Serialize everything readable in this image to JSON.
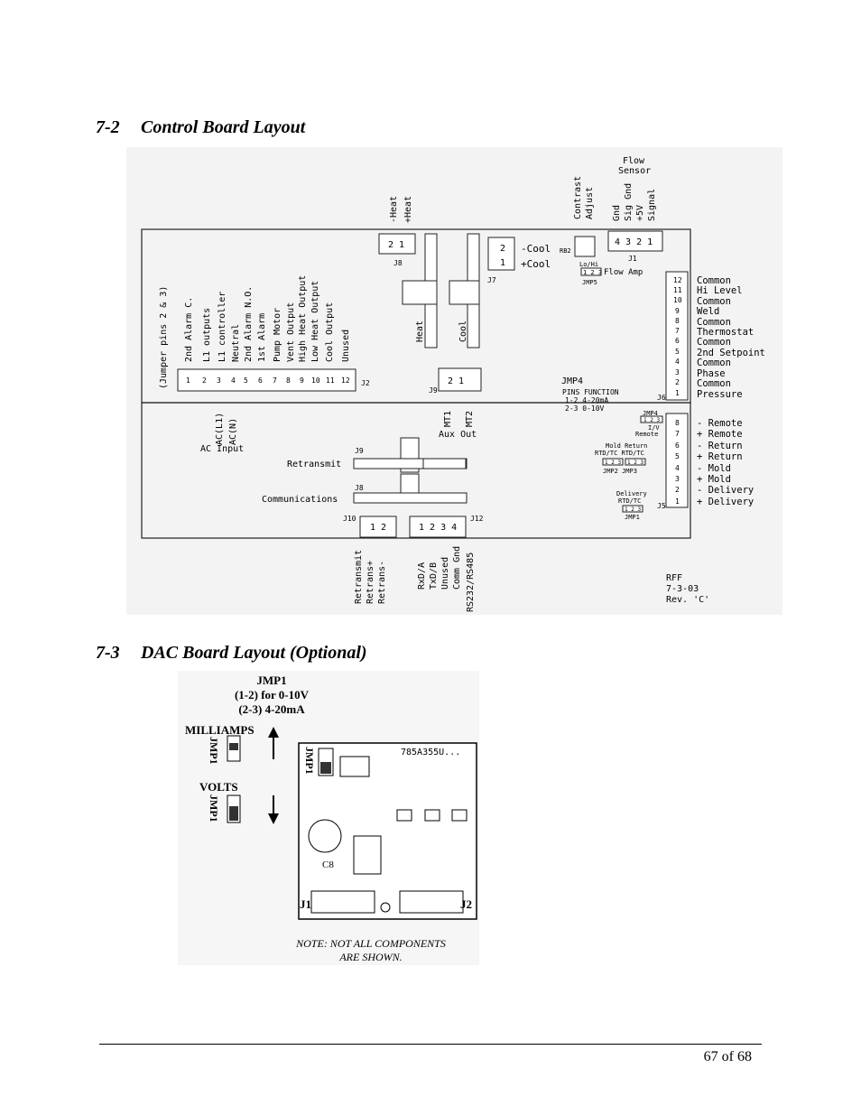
{
  "sections": [
    {
      "number": "7-2",
      "title": "Control Board Layout"
    },
    {
      "number": "7-3",
      "title": "DAC Board Layout (Optional)"
    }
  ],
  "control_board": {
    "flow_sensor": [
      "Flow",
      "Sensor"
    ],
    "contrast": [
      "Contrast",
      "Adjust"
    ],
    "j1_pins_labels": [
      "Gnd",
      "Sig Gnd",
      "+5V",
      "Signal"
    ],
    "j1_pins": "4 3 2 1",
    "j1": "J1",
    "rb2": "RB2",
    "lo_hi": "Lo/Hi",
    "jmp5_pins": "1 2 3",
    "jmp5": "JMP5",
    "flow_amp": "Flow Amp",
    "heat_minus": "-Heat",
    "heat_plus": "+Heat",
    "j8_top": "J8",
    "j8_pins": "2 1",
    "cool_minus": "-Cool",
    "cool_plus": "+Cool",
    "j7": "J7",
    "j7_pins": [
      "2",
      "1"
    ],
    "heat": "Heat",
    "cool": "Cool",
    "j9_pins": "2 1",
    "j9": "J9",
    "j2_labels": [
      "(Jumper pins 2 & 3)",
      "2nd Alarm C.",
      "L1 outputs",
      "L1 controller",
      "Neutral",
      "2nd Alarm N.O.",
      "1st Alarm",
      "Pump Motor",
      "Vent Output",
      "High Heat Output",
      "Low Heat Output",
      "Cool Output",
      "Unused"
    ],
    "j2_pins": [
      "1",
      "2",
      "3",
      "4",
      "5",
      "6",
      "7",
      "8",
      "9",
      "10",
      "11",
      "12"
    ],
    "j2": "J2",
    "j6_pins": [
      "12",
      "11",
      "10",
      "9",
      "8",
      "7",
      "6",
      "5",
      "4",
      "3",
      "2",
      "1"
    ],
    "j6_labels": [
      "Common",
      "Hi Level",
      "Common",
      "Weld",
      "Common",
      "Thermostat",
      "Common",
      "2nd Setpoint",
      "Common",
      "Phase",
      "Common",
      "Pressure"
    ],
    "j6": "J6",
    "jmp4_title": "JMP4",
    "jmp4_header": "PINS  FUNCTION",
    "jmp4_row1": "1-2   4-20mA",
    "jmp4_row2": "2-3   0-10V",
    "ac_labels": [
      "AC(L1)",
      "AC(N)"
    ],
    "ac_input": "AC Input",
    "mt_labels": [
      "MT1",
      "MT2"
    ],
    "aux_out": "Aux Out",
    "retransmit": "Retransmit",
    "j9b": "J9",
    "communications": "Communications",
    "j8b": "J8",
    "j10": "J10",
    "j10_pins": "1 2",
    "j12_pins": "1 2 3 4",
    "j12": "J12",
    "bottom_labels": [
      "Retransmit",
      "Retrans+",
      "Retrans-",
      "RxD/A",
      "TxD/B",
      "Unused",
      "Comm Gnd",
      "RS232/RS485"
    ],
    "jmp4b": "JMP4",
    "jmp4b_pins": "1 2 3",
    "iv_remote": [
      "I/V",
      "Remote"
    ],
    "mold_return": "Mold Return",
    "rtd_tc_pair": "RTD/TC RTD/TC",
    "jmp2_pins": "1 2 3",
    "jmp3_pins": "1 2 3",
    "jmp2_jmp3": "JMP2 JMP3",
    "delivery": "Delivery",
    "rtd_tc": "RTD/TC",
    "jmp1_pins": "1 2 3",
    "jmp1": "JMP1",
    "j5_pins": [
      "8",
      "7",
      "6",
      "5",
      "4",
      "3",
      "2",
      "1"
    ],
    "j5_labels": [
      "-  Remote",
      "+  Remote",
      "-  Return",
      "+  Return",
      "-  Mold",
      "+  Mold",
      "-  Delivery",
      "+  Delivery"
    ],
    "j5": "J5",
    "rff": [
      "RFF",
      "7-3-03",
      "Rev. 'C'"
    ]
  },
  "dac_board": {
    "jmp1_title": "JMP1",
    "jmp1_line1": "(1-2) for 0-10V",
    "jmp1_line2": "(2-3) 4-20mA",
    "milliamps": "MILLIAMPS",
    "volts": "VOLTS",
    "jmp1_side": "JMP1",
    "part_number": "785A355U...",
    "c8": "C8",
    "j1": "J1",
    "j2": "J2",
    "note_line1": "NOTE: NOT ALL COMPONENTS",
    "note_line2": "ARE SHOWN."
  },
  "footer": {
    "page": "67 of 68"
  }
}
